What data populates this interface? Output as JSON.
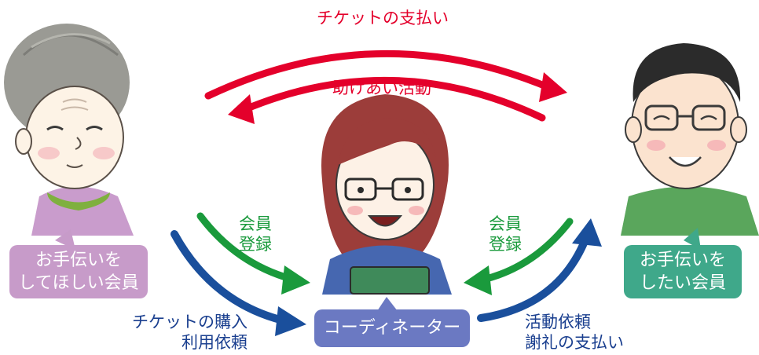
{
  "arrows": {
    "top": "チケットの支払い",
    "middle": "助けあい活動"
  },
  "left_register": {
    "line1": "会員",
    "line2": "登録"
  },
  "right_register": {
    "line1": "会員",
    "line2": "登録"
  },
  "left_member": {
    "line1": "お手伝いを",
    "line2": "してほしい会員",
    "color": "#c79bc9"
  },
  "right_member": {
    "line1": "お手伝いを",
    "line2": "したい会員",
    "color": "#3fa88a"
  },
  "coordinator": {
    "label": "コーディネーター",
    "color": "#6b79c2"
  },
  "left_flow": {
    "line1": "チケットの購入",
    "line2": "利用依頼"
  },
  "right_flow": {
    "line1": "活動依頼",
    "line2": "謝礼の支払い"
  },
  "colors": {
    "red": "#e4002b",
    "green": "#1a9a3c",
    "blue": "#1a4f9c"
  }
}
